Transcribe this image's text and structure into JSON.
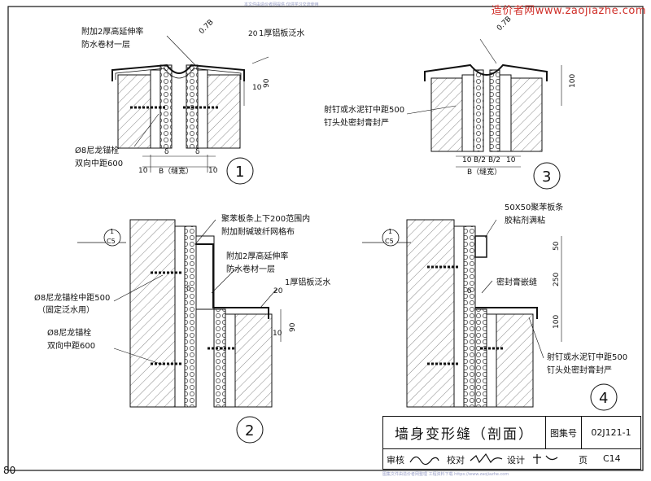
{
  "watermark": "造价者网www.zaojiazhe.com",
  "faint_top": "本文件由造价者网提供 仅供学习交流使用",
  "faint_bottom": "图集文件由造价者网整理 工程资料下载 https://www.zaojiazhe.com",
  "page_number": "80",
  "detail1": {
    "number": "1",
    "label_top_left_1": "附加2厚高延伸率",
    "label_top_left_2": "防水卷材一层",
    "label_top_right": "1厚铝板泛水",
    "dim_07b": "0.7B",
    "dim_20": "20",
    "dim_10": "10",
    "dim_90": "90",
    "anchor_1": "Ø8尼龙锚栓",
    "anchor_2": "双向中距600",
    "dim_delta_a": "δ",
    "dim_delta_b": "δ",
    "dim_left_10": "10",
    "dim_right_10": "10",
    "dim_b": "B（缝宽）"
  },
  "detail2": {
    "number": "2",
    "ref_top": "1",
    "ref_bottom": "C5",
    "label_a1": "聚苯板条上下200范围内",
    "label_a2": "附加耐碱玻纤网格布",
    "label_b1": "附加2厚高延伸率",
    "label_b2": "防水卷材一层",
    "label_c": "1厚铝板泛水",
    "anchor_a1": "Ø8尼龙锚栓中距500",
    "anchor_a2": "（固定泛水用）",
    "anchor_b1": "Ø8尼龙锚栓",
    "anchor_b2": "双向中距600",
    "delta": "δ",
    "dim_20": "20",
    "dim_10": "10",
    "dim_90": "90"
  },
  "detail3": {
    "number": "3",
    "dim_07b": "0.7B",
    "dim_100": "100",
    "label_1": "射钉或水泥钉中距500",
    "label_2": "钉头处密封膏封严",
    "dim_10a": "10",
    "dim_b2a": "B/2",
    "dim_b2b": "B/2",
    "dim_10b": "10",
    "dim_b": "B（缝宽）"
  },
  "detail4": {
    "number": "4",
    "ref_top": "1",
    "ref_bottom": "C5",
    "label_a1": "50X50聚苯板条",
    "label_a2": "胶粘剂满粘",
    "label_b": "密封膏嵌缝",
    "label_c1": "射钉或水泥钉中距500",
    "label_c2": "钉头处密封膏封严",
    "delta": "δ",
    "dim_50": "50",
    "dim_250": "250",
    "dim_100": "100"
  },
  "titleblock": {
    "title": "墙身变形缝（剖面）",
    "atlas_label": "图集号",
    "atlas_value": "02J121-1",
    "page_label": "页",
    "page_value": "C14",
    "review_label": "审核",
    "check_label": "校对",
    "design_label": "设计"
  }
}
